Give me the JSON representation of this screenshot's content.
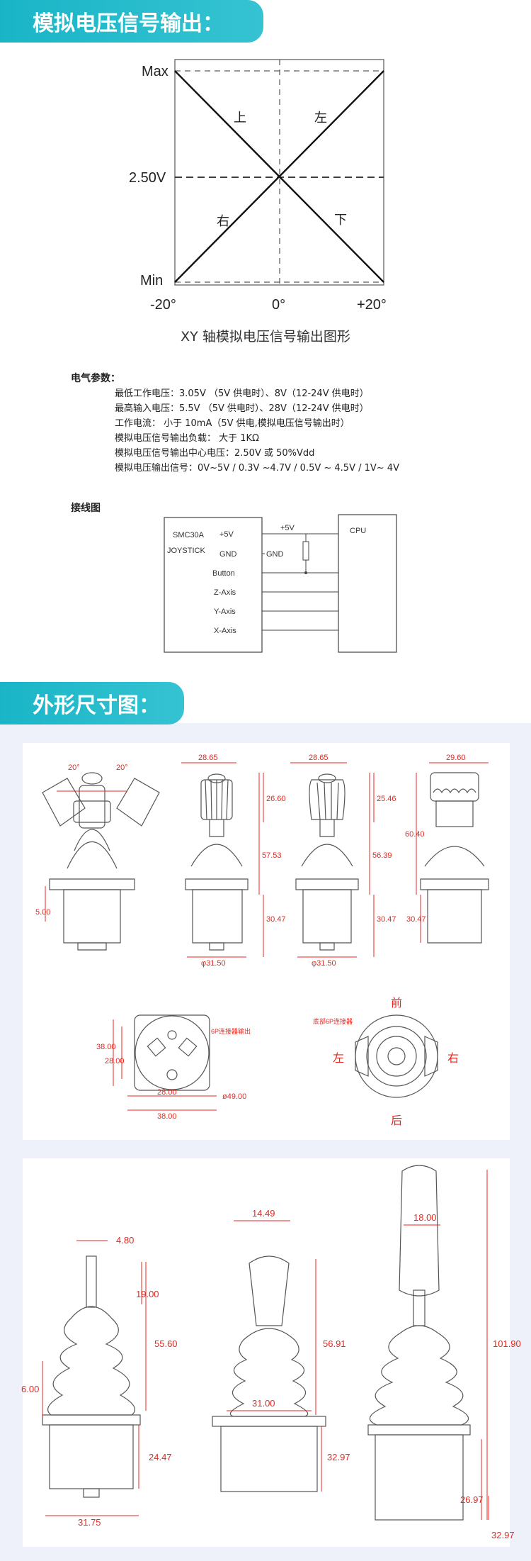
{
  "sections": {
    "analog_title": "模拟电压信号输出：",
    "dimension_title": "外形尺寸图："
  },
  "graph": {
    "y_top": "Max",
    "y_mid": "2.50V",
    "y_bottom": "Min",
    "x_left": "-20°",
    "x_mid": "0°",
    "x_right": "+20°",
    "quad_upper_left": "上",
    "quad_upper_right": "左",
    "quad_lower_left": "右",
    "quad_lower_right": "下",
    "caption": "XY 轴模拟电压信号输出图形"
  },
  "electrical": {
    "heading": "电气参数：",
    "rows": [
      "最低工作电压：3.05V  （5V 供电时）、8V（12-24V 供电时）",
      "最高输入电压：5.5V  （5V 供电时）、28V（12-24V 供电时）",
      "工作电流：     小于 10mA（5V 供电,模拟电压信号输出时）",
      "模拟电压信号输出负载：   大于 1KΩ",
      "模拟电压信号输出中心电压：2.50V 或 50%Vdd",
      "模拟电压输出信号：0V~5V /  0.3V ~4.7V  /  0.5V ~ 4.5V  /  1V~ 4V"
    ]
  },
  "wiring": {
    "heading": "接线图",
    "device_line1": "SMC30A",
    "device_line2": "JOYSTICK",
    "pins": [
      "+5V",
      "GND",
      "Button",
      "Z-Axis",
      "Y-Axis",
      "X-Axis"
    ],
    "net_5v": "+5V",
    "net_gnd": "GND",
    "cpu": "CPU"
  },
  "dims_top": {
    "angle_left": "20°",
    "angle_right": "20°",
    "v1_d1": "28.65",
    "v1_d2": "26.60",
    "v1_d3": "57.53",
    "v1_d4": "30.47",
    "v1_d5": "φ31.50",
    "v1_left": "5.00",
    "v2_d1": "28.65",
    "v2_d2": "25.46",
    "v2_d3": "56.39",
    "v2_d4": "30.47",
    "v2_d5": "φ31.50",
    "v3_d1": "29.60",
    "v3_d2": "60.40",
    "v3_d3": "30.47",
    "bottom_label": "6P连接器输出",
    "bottom_d1": "38.00",
    "bottom_d2": "28.00",
    "bottom_d3": "28.00",
    "bottom_d4": "38.00",
    "bottom_d5": "ø49.00",
    "dir_connector": "底部6P连接器",
    "dir_front": "前",
    "dir_back": "后",
    "dir_left": "左",
    "dir_right": "右"
  },
  "dims_bottom": {
    "a_d1": "4.80",
    "a_d2": "19.00",
    "a_d3": "55.60",
    "a_d4": "6.00",
    "a_d5": "24.47",
    "a_d6": "31.75",
    "b_d1": "14.49",
    "b_d2": "56.91",
    "b_d3": "31.00",
    "b_d4": "32.97",
    "c_d1": "18.00",
    "c_d2": "101.90",
    "c_d3": "26.97",
    "c_d4": "32.97"
  },
  "colors": {
    "accent": "#1fb8c9",
    "dimension_red": "#e8271f",
    "section_bg": "#eef1fa"
  }
}
